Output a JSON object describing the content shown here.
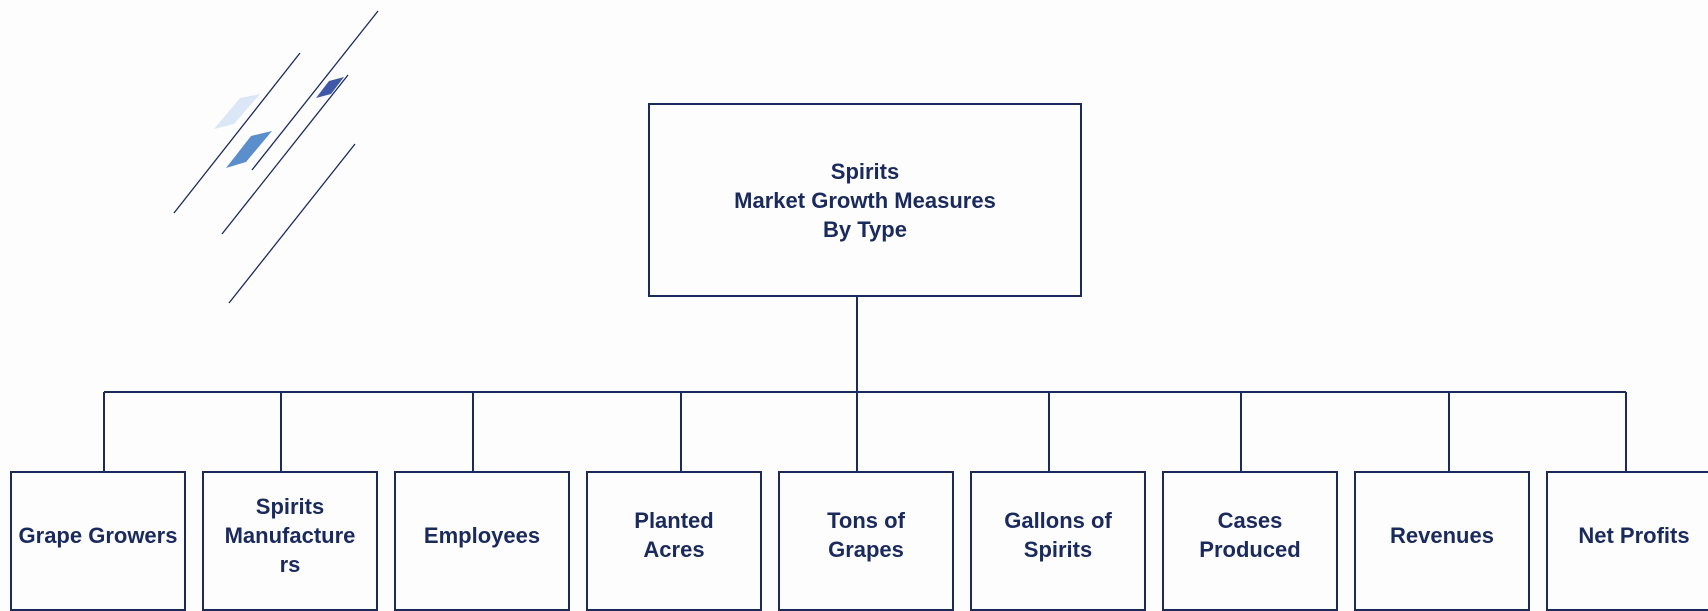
{
  "root": {
    "lines": [
      "Spirits",
      "Market Growth Measures",
      "By Type"
    ]
  },
  "children": [
    {
      "label": "Grape Growers"
    },
    {
      "label": "Spirits Manufacturers"
    },
    {
      "label": "Employees"
    },
    {
      "label": "Planted Acres"
    },
    {
      "label": "Tons of Grapes"
    },
    {
      "label": "Gallons of Spirits"
    },
    {
      "label": "Cases Produced"
    },
    {
      "label": "Revenues"
    },
    {
      "label": "Net Profits"
    }
  ],
  "colors": {
    "line": "#1a2a5c",
    "text": "#1a2a5c",
    "deco_light": "#dbe6f6",
    "deco_mid": "#5b8fcb",
    "deco_dark": "#3f58a8"
  }
}
